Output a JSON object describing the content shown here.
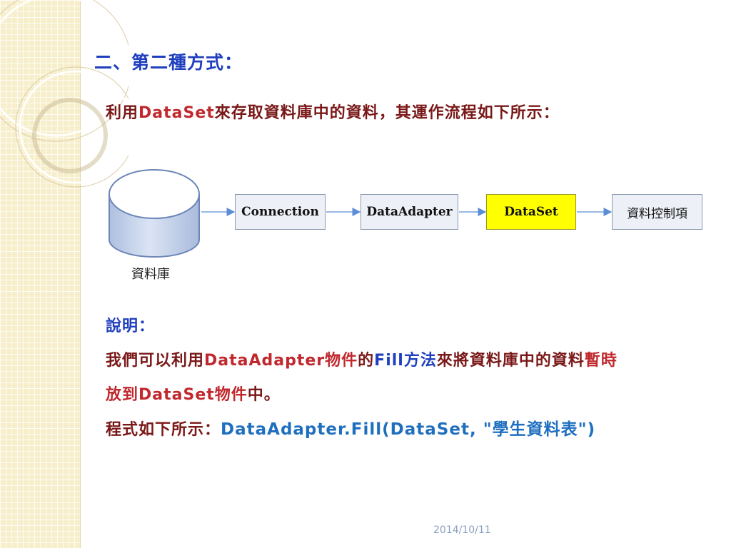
{
  "slide": {
    "title": "二、第二種方式：",
    "intro": {
      "before": "利用",
      "highlight": "DataSet",
      "after": "來存取資料庫中的資料，其運作流程如下所示："
    },
    "diagram": {
      "database_label": "資料庫",
      "nodes": [
        {
          "label": "Connection"
        },
        {
          "label": "DataAdapter"
        },
        {
          "label": "DataSet"
        },
        {
          "label": "資料控制項"
        }
      ],
      "colors": {
        "box_fill": "#edf1f7",
        "highlight_fill": "#ffff00",
        "cylinder_fill": "#c9d6ee",
        "arrow": "#5b8ed6"
      }
    },
    "explanation": {
      "heading": "說明：",
      "line2_a": "我們可以利用",
      "line2_b": "DataAdapter物件",
      "line2_c": "的",
      "line2_d": "Fill方法",
      "line2_e": "來將資料庫中的資料",
      "line2_f": "暫時",
      "line3_a": "放到DataSet物件",
      "line3_b": "中。",
      "line4_a": "程式如下所示：",
      "line4_code": "DataAdapter.Fill(DataSet, \"學生資料表\")"
    },
    "footer_date": "2014/10/11"
  }
}
